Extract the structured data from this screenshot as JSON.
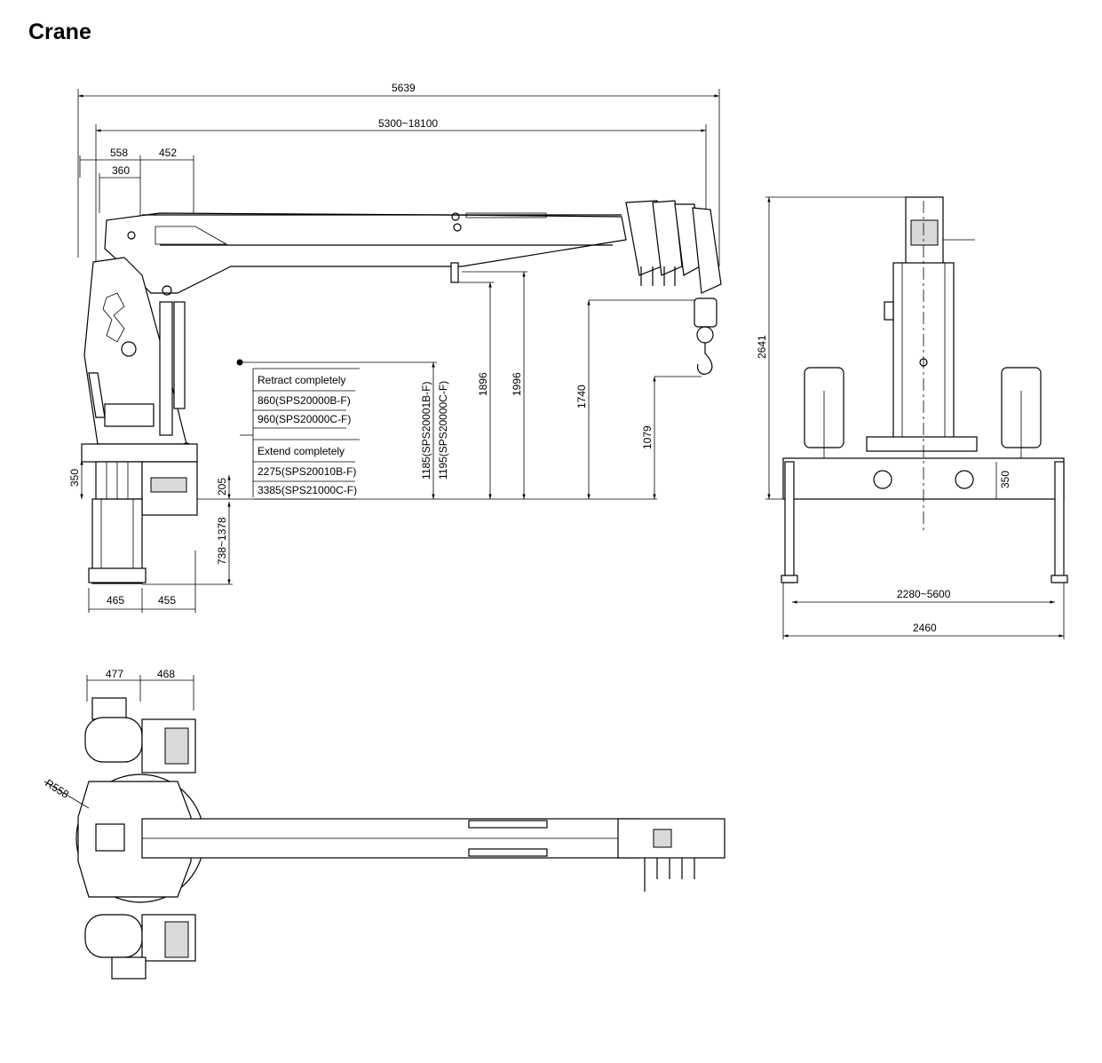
{
  "title": "Crane",
  "dimensions": {
    "side_overall_length": "5639",
    "side_reach": "5300~18100",
    "side_base_558": "558",
    "side_base_452": "452",
    "side_base_360": "360",
    "side_foot_465": "465",
    "side_foot_455": "455",
    "side_height_350": "350",
    "side_height_205": "205",
    "side_outrigger_range": "738~1378",
    "side_h_1896": "1896",
    "side_h_1996": "1996",
    "side_h_1740": "1740",
    "side_h_1079": "1079",
    "side_h_1185": "1185(SPS20001B-F)",
    "side_h_1195": "1195(SPS20000C-F)",
    "front_height": "2641",
    "front_350": "350",
    "front_span": "2280~5600",
    "front_width": "2460",
    "top_477": "477",
    "top_468": "468",
    "top_radius": "R558"
  },
  "legend": {
    "retract_title": "Retract completely",
    "retract_1": "860(SPS20000B-F)",
    "retract_2": "960(SPS20000C-F)",
    "extend_title": "Extend completely",
    "extend_1": "2275(SPS20010B-F)",
    "extend_2": "3385(SPS21000C-F)"
  },
  "icons": [
    "hook-icon",
    "cylinder-icon"
  ]
}
